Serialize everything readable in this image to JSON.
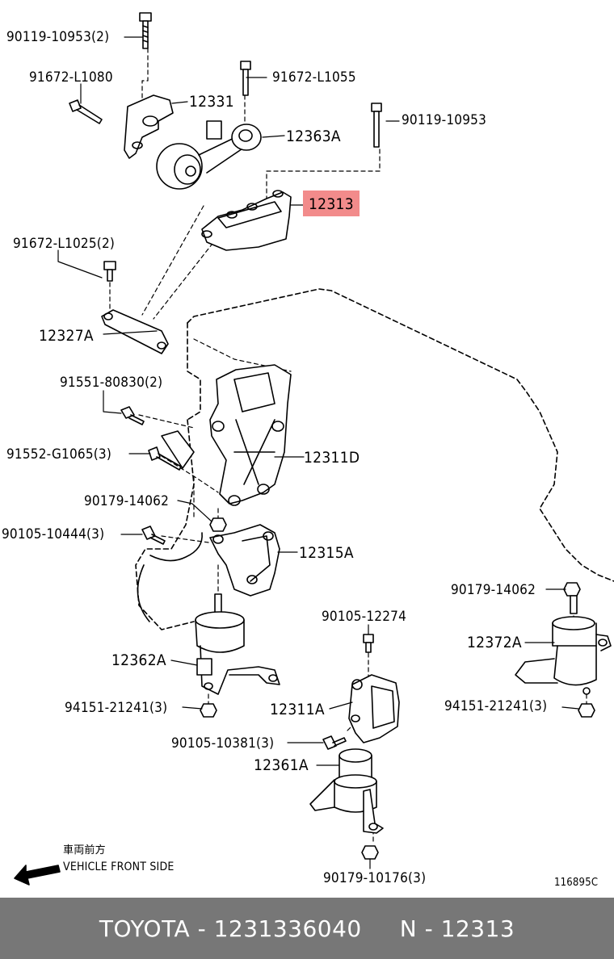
{
  "labels": {
    "p90119_10953_2": "90119-10953(2)",
    "p91672_L1080": "91672-L1080",
    "p12331": "12331",
    "p91672_L1055": "91672-L1055",
    "p12363A": "12363A",
    "p90119_10953": "90119-10953",
    "p12313": "12313",
    "p91672_L1025_2": "91672-L1025(2)",
    "p12327A": "12327A",
    "p91551_80830_2": "91551-80830(2)",
    "p91552_G1065_3": "91552-G1065(3)",
    "p12311D": "12311D",
    "p90179_14062_a": "90179-14062",
    "p90105_10444_3": "90105-10444(3)",
    "p12315A": "12315A",
    "p90105_12274": "90105-12274",
    "p90179_14062_b": "90179-14062",
    "p12372A": "12372A",
    "p12362A": "12362A",
    "p94151_21241_3_a": "94151-21241(3)",
    "p12311A": "12311A",
    "p94151_21241_3_b": "94151-21241(3)",
    "p90105_10381_3": "90105-10381(3)",
    "p12361A": "12361A",
    "p90179_10176_3": "90179-10176(3)"
  },
  "highlighted_part": "12313",
  "highlight_color": "#f28b8b",
  "direction_note_jp": "車両前方",
  "direction_note_en": "VEHICLE FRONT SIDE",
  "diagram_id": "116895C",
  "footer": {
    "text": "TOYOTA - 1231336040     N - 12313",
    "background": "#777777"
  }
}
